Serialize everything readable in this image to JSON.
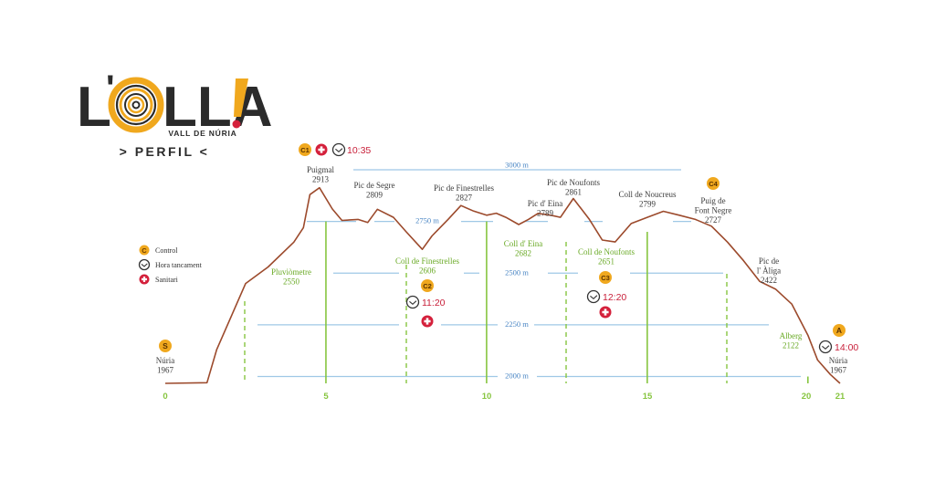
{
  "logo": {
    "title": "L'OLLA!",
    "subtitle": "VALL DE NÚRIA",
    "colors": {
      "dark": "#2b2b2b",
      "accent": "#f0a81e",
      "red": "#d4203b"
    }
  },
  "page_title": "> PERFIL <",
  "colors": {
    "profile": "#9c4a2c",
    "ref_lines": "#9fc8e6",
    "ref_text": "#4a86c4",
    "green": "#87c540",
    "green_text": "#6aaa26",
    "badge": "#f0a81e",
    "time": "#c8203a",
    "cross": "#d4203b",
    "peak_text": "#3c3c3c"
  },
  "legend": [
    {
      "icon": "control-badge",
      "letter": "C",
      "label": "Control"
    },
    {
      "icon": "clock-icon",
      "label": "Hora tancament"
    },
    {
      "icon": "red-cross-icon",
      "label": "Sanitari"
    }
  ],
  "chart_data": {
    "type": "line",
    "title": "",
    "xlabel": "",
    "ylabel": "",
    "x_ticks": [
      0,
      5,
      10,
      15,
      20,
      21
    ],
    "xlim": [
      0,
      21
    ],
    "ylim": [
      1960,
      3050
    ],
    "reference_lines": [
      {
        "label": "3000 m",
        "value": 3000
      },
      {
        "label": "2750 m",
        "value": 2750
      },
      {
        "label": "2500 m",
        "value": 2500
      },
      {
        "label": "2250 m",
        "value": 2250
      },
      {
        "label": "2000 m",
        "value": 2000
      }
    ],
    "series": [
      {
        "points": [
          [
            0,
            1967
          ],
          [
            1.3,
            1970
          ],
          [
            1.6,
            2130
          ],
          [
            2.5,
            2450
          ],
          [
            3.2,
            2530
          ],
          [
            4.0,
            2650
          ],
          [
            4.3,
            2720
          ],
          [
            4.5,
            2880
          ],
          [
            4.8,
            2913
          ],
          [
            5.2,
            2810
          ],
          [
            5.5,
            2755
          ],
          [
            6.0,
            2760
          ],
          [
            6.3,
            2745
          ],
          [
            6.6,
            2809
          ],
          [
            7.1,
            2770
          ],
          [
            7.5,
            2700
          ],
          [
            8.0,
            2615
          ],
          [
            8.3,
            2680
          ],
          [
            8.8,
            2760
          ],
          [
            9.2,
            2827
          ],
          [
            9.6,
            2800
          ],
          [
            10.0,
            2780
          ],
          [
            10.3,
            2790
          ],
          [
            10.6,
            2770
          ],
          [
            11.0,
            2735
          ],
          [
            11.3,
            2760
          ],
          [
            11.6,
            2789
          ],
          [
            12.0,
            2780
          ],
          [
            12.3,
            2770
          ],
          [
            12.7,
            2861
          ],
          [
            13.2,
            2760
          ],
          [
            13.6,
            2660
          ],
          [
            14.0,
            2651
          ],
          [
            14.5,
            2740
          ],
          [
            15.0,
            2770
          ],
          [
            15.5,
            2799
          ],
          [
            16.0,
            2780
          ],
          [
            16.5,
            2760
          ],
          [
            17.0,
            2727
          ],
          [
            17.5,
            2650
          ],
          [
            18.0,
            2560
          ],
          [
            18.5,
            2460
          ],
          [
            19.0,
            2422
          ],
          [
            19.5,
            2350
          ],
          [
            20.0,
            2200
          ],
          [
            20.3,
            2080
          ],
          [
            20.7,
            2010
          ],
          [
            21.0,
            1967
          ]
        ]
      }
    ],
    "peak_labels": [
      {
        "name": "Puigmal",
        "value": "2913",
        "x": 4.8,
        "y": 2913
      },
      {
        "name": "Pic de Segre",
        "value": "2809",
        "x": 6.6,
        "y": 2809
      },
      {
        "name": "Pic de Finestrelles",
        "value": "2827",
        "x": 9.2,
        "y": 2827
      },
      {
        "name": "Pic d' Eina",
        "value": "2789",
        "x": 11.6,
        "y": 2789
      },
      {
        "name": "Pic de Noufonts",
        "value": "2861",
        "x": 12.7,
        "y": 2861
      },
      {
        "name": "Coll de Noucreus",
        "value": "2799",
        "x": 15.5,
        "y": 2799
      },
      {
        "name": "Puig de Font Negre",
        "value": "2727",
        "x": 17.0,
        "y": 2727
      },
      {
        "name": "Pic de l' Àliga",
        "value": "2422",
        "x": 19.0,
        "y": 2422
      },
      {
        "name": "Núria",
        "value": "1967",
        "x": 0,
        "y": 1967
      },
      {
        "name": "Núria",
        "value": "1967",
        "x": 21,
        "y": 1967
      }
    ],
    "passes": [
      {
        "name": "Pluviòmetre",
        "value": "2550",
        "x": 2.5
      },
      {
        "name": "Coll de Finestrelles",
        "value": "2606",
        "x": 7.5
      },
      {
        "name": "Coll d' Eina",
        "value": "2682",
        "x": 12.0
      },
      {
        "name": "Coll de Noufonts",
        "value": "2651",
        "x": 14.0
      },
      {
        "name": "Alberg",
        "value": "2122",
        "x": 20.0
      }
    ],
    "checkpoints": [
      {
        "id": "S",
        "label": "S",
        "x": 0
      },
      {
        "id": "C1",
        "label": "C1",
        "x": 4.8,
        "time": "10:35",
        "sanitari": true
      },
      {
        "id": "C2",
        "label": "C2",
        "x": 8.2,
        "time": "11:20",
        "sanitari": true
      },
      {
        "id": "C3",
        "label": "C3",
        "x": 13.8,
        "time": "12:20",
        "sanitari": true
      },
      {
        "id": "C4",
        "label": "C4",
        "x": 17.0
      },
      {
        "id": "A",
        "label": "A",
        "x": 21,
        "time": "14:00"
      }
    ]
  }
}
